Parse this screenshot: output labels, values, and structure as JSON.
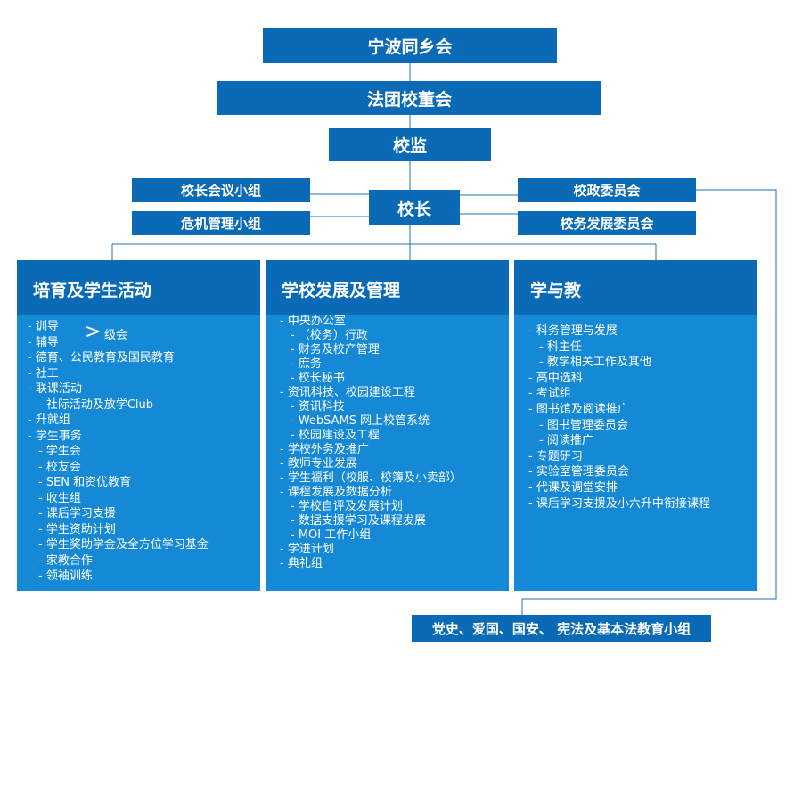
{
  "colors": {
    "dark": "#0a6ab5",
    "panel": "#1589d6",
    "line": "#1f6fb0"
  },
  "top": {
    "association": "宁波同乡会",
    "board": "法团校董会",
    "supervisor": "校监",
    "principal": "校长",
    "left_committees": [
      "校长会议小组",
      "危机管理小组"
    ],
    "right_committees": [
      "校政委员会",
      "校务发展委员会"
    ]
  },
  "panels": [
    {
      "title": "培育及学生活动",
      "brace_items": [
        "- 训导",
        "- 辅导"
      ],
      "brace_label": "级会",
      "items": [
        {
          "t": "- 德育、公民教育及国民教育",
          "l": 1
        },
        {
          "t": "- 社工",
          "l": 1
        },
        {
          "t": "- 联课活动",
          "l": 1
        },
        {
          "t": "- 社际活动及放学Club",
          "l": 2
        },
        {
          "t": "- 升就组",
          "l": 1
        },
        {
          "t": "- 学生事务",
          "l": 1
        },
        {
          "t": "- 学生会",
          "l": 2
        },
        {
          "t": "- 校友会",
          "l": 2
        },
        {
          "t": "- SEN 和资优教育",
          "l": 2
        },
        {
          "t": "- 收生组",
          "l": 2
        },
        {
          "t": "- 课后学习支援",
          "l": 2
        },
        {
          "t": "- 学生资助计划",
          "l": 2
        },
        {
          "t": "- 学生奖助学金及全方位学习基金",
          "l": 2
        },
        {
          "t": "- 家教合作",
          "l": 2
        },
        {
          "t": "- 领袖训练",
          "l": 2
        }
      ]
    },
    {
      "title": "学校发展及管理",
      "items": [
        {
          "t": "- 中央办公室",
          "l": 1
        },
        {
          "t": "- （校务）行政",
          "l": 2
        },
        {
          "t": "- 财务及校产管理",
          "l": 2
        },
        {
          "t": "- 庶务",
          "l": 2
        },
        {
          "t": "- 校长秘书",
          "l": 2
        },
        {
          "t": "- 资讯科技、校园建设工程",
          "l": 1
        },
        {
          "t": "- 资讯科技",
          "l": 2
        },
        {
          "t": "- WebSAMS 网上校管系统",
          "l": 2
        },
        {
          "t": "- 校园建设及工程",
          "l": 2
        },
        {
          "t": "- 学校外务及推广",
          "l": 1
        },
        {
          "t": "- 教师专业发展",
          "l": 1
        },
        {
          "t": "- 学生福利（校服、校簿及小卖部）",
          "l": 1
        },
        {
          "t": "- 课程发展及数据分析",
          "l": 1
        },
        {
          "t": "- 学校自评及发展计划",
          "l": 2
        },
        {
          "t": "- 数据支援学习及课程发展",
          "l": 2
        },
        {
          "t": "- MOI 工作小组",
          "l": 2
        },
        {
          "t": "- 学进计划",
          "l": 1
        },
        {
          "t": "- 典礼组",
          "l": 1
        }
      ]
    },
    {
      "title": "学与教",
      "items": [
        {
          "t": "- 科务管理与发展",
          "l": 1
        },
        {
          "t": "- 科主任",
          "l": 2
        },
        {
          "t": "- 教学相关工作及其他",
          "l": 2
        },
        {
          "t": "- 高中选科",
          "l": 1
        },
        {
          "t": "- 考试组",
          "l": 1
        },
        {
          "t": "- 图书馆及阅读推广",
          "l": 1
        },
        {
          "t": "- 图书管理委员会",
          "l": 2
        },
        {
          "t": "- 阅读推广",
          "l": 2
        },
        {
          "t": "- 专题研习",
          "l": 1
        },
        {
          "t": "- 实验室管理委员会",
          "l": 1
        },
        {
          "t": "- 代课及调堂安排",
          "l": 1
        },
        {
          "t": "- 课后学习支援及小六升中衔接课程",
          "l": 1
        }
      ]
    }
  ],
  "bottom_group": "党史、爱国、国安、 宪法及基本法教育小组"
}
